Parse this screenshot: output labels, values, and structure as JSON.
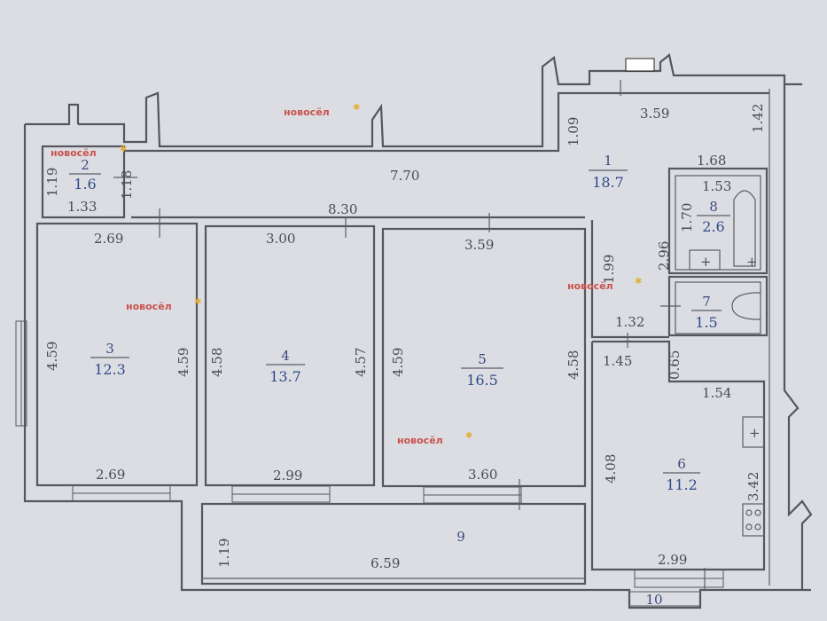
{
  "plan": {
    "watermark_text": "новосёл",
    "rooms": [
      {
        "number": "1",
        "area": "18.7"
      },
      {
        "number": "2",
        "area": "1.6"
      },
      {
        "number": "3",
        "area": "12.3"
      },
      {
        "number": "4",
        "area": "13.7"
      },
      {
        "number": "5",
        "area": "16.5"
      },
      {
        "number": "6",
        "area": "11.2"
      },
      {
        "number": "7",
        "area": "1.5"
      },
      {
        "number": "8",
        "area": "2.6"
      },
      {
        "number": "9",
        "area": ""
      },
      {
        "number": "10",
        "area": ""
      }
    ],
    "dimensions": [
      "7.70",
      "3.59",
      "1.09",
      "1.42",
      "1.68",
      "1.53",
      "1.70",
      "2.96",
      "1.99",
      "1.32",
      "1.45",
      "0.65",
      "1.54",
      "4.08",
      "3.42",
      "2.99",
      "1.19",
      "1.33",
      "1.18",
      "8.30",
      "2.69",
      "3.00",
      "3.59",
      "4.59",
      "4.59",
      "4.58",
      "4.57",
      "4.59",
      "4.58",
      "2.69",
      "2.99",
      "3.60",
      "1.19",
      "6.59"
    ]
  }
}
